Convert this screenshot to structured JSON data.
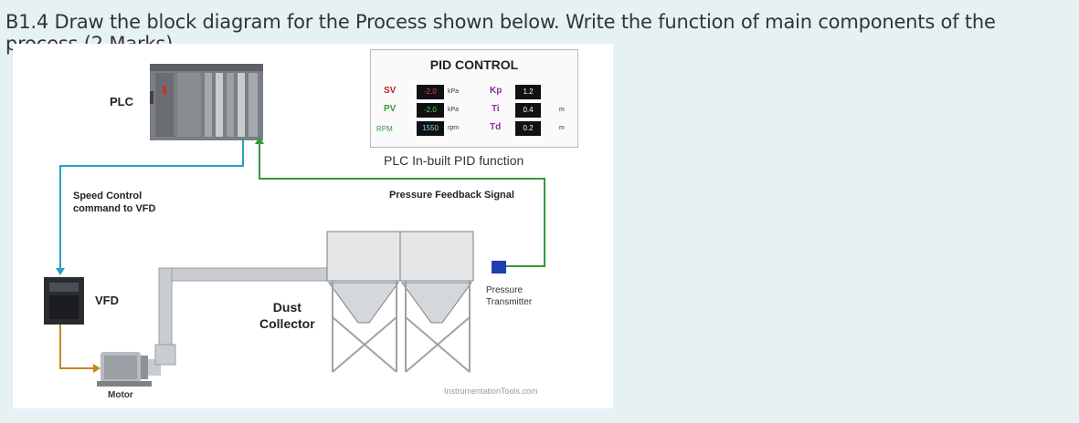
{
  "question": "B1.4 Draw the block diagram for the Process shown below. Write the function of main components of the process.(2 Marks)",
  "figure": {
    "plc_label": "PLC",
    "speed_control_label": "Speed Control\ncommand to VFD",
    "vfd_label": "VFD",
    "motor_label": "Motor",
    "dust_collector_label": "Dust\nCollector",
    "pressure_feedback_label": "Pressure Feedback Signal",
    "pressure_transmitter_label": "Pressure\nTransmitter",
    "watermark": "InstrumentationTools.com",
    "pid_inbuilt_label": "PLC In-built PID function",
    "pid_panel": {
      "title": "PID CONTROL",
      "sv": {
        "label": "SV",
        "value": "-2.0",
        "unit": "kPa"
      },
      "pv": {
        "label": "PV",
        "value": "-2.0",
        "unit": "kPa"
      },
      "rpm": {
        "label": "RPM",
        "value": "1550",
        "unit": "rpm"
      },
      "kp": {
        "label": "Kp",
        "value": "1.2",
        "unit": ""
      },
      "ti": {
        "label": "Ti",
        "value": "0.4",
        "unit": "m"
      },
      "td": {
        "label": "Td",
        "value": "0.2",
        "unit": "m"
      }
    },
    "colors": {
      "signal_blue": "#2b9ec8",
      "signal_green": "#2e9b3c",
      "motor_orange": "#c8861f",
      "sv_color": "#b5282e",
      "pv_color": "#3a9a3a",
      "tune_color": "#8b2d9b",
      "transmitter_blue": "#1e3fb0"
    }
  }
}
